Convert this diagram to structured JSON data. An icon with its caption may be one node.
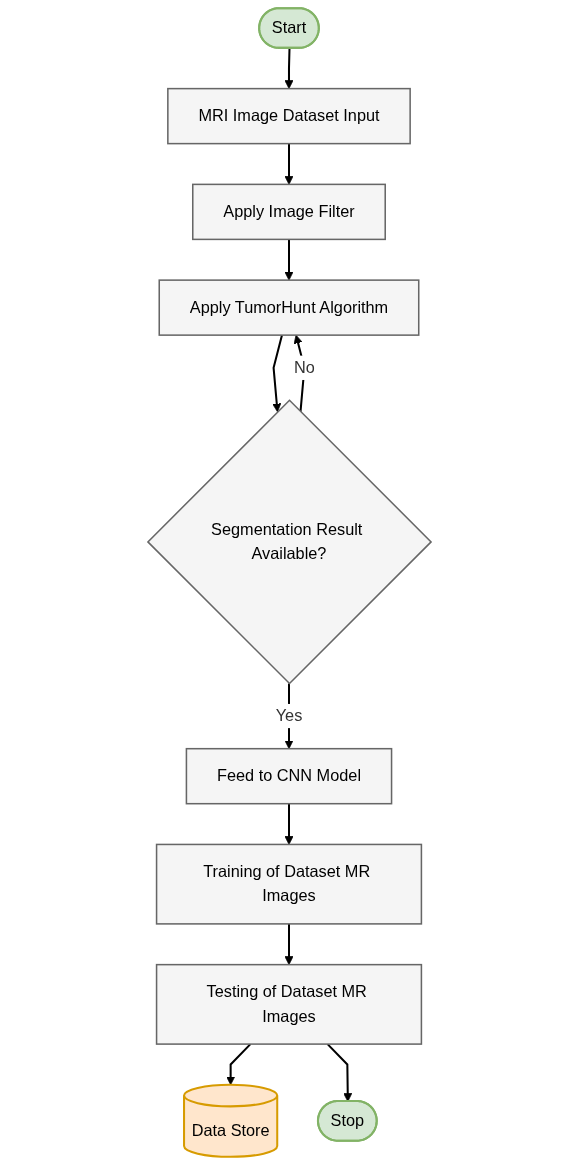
{
  "diagram": {
    "nodes": [
      {
        "text": [
          "Start"
        ]
      },
      {
        "text": [
          "MRI Image Dataset Input"
        ]
      },
      {
        "text": [
          "Apply Image Filter"
        ]
      },
      {
        "text": [
          "Apply TumorHunt Algorithm"
        ]
      },
      {
        "text": [
          "Segmentation Result Available?"
        ]
      },
      {
        "text": [
          "Feed to CNN Model"
        ]
      },
      {
        "text": [
          "Training of Dataset MR Images"
        ]
      },
      {
        "text": [
          "Testing of Dataset MR Images"
        ]
      },
      {
        "text": [
          "Data Store"
        ]
      },
      {
        "text": [
          "Stop"
        ]
      }
    ],
    "edges": [
      {
        "from": 0,
        "to": 1,
        "arrow": "to"
      },
      {
        "from": 1,
        "to": 2,
        "arrow": "to"
      },
      {
        "from": 2,
        "to": 3,
        "arrow": "to"
      },
      {
        "from": 3,
        "to": 4,
        "arrow": "to"
      },
      {
        "from": 4,
        "to": 3,
        "arrow": "to",
        "label": "No"
      },
      {
        "from": 4,
        "to": 5,
        "arrow": "to",
        "label": "Yes"
      },
      {
        "from": 5,
        "to": 6,
        "arrow": "to"
      },
      {
        "from": 6,
        "to": 7,
        "arrow": "to"
      },
      {
        "from": 7,
        "to": 8,
        "arrow": "to"
      },
      {
        "from": 7,
        "to": 9,
        "arrow": "to"
      }
    ]
  }
}
